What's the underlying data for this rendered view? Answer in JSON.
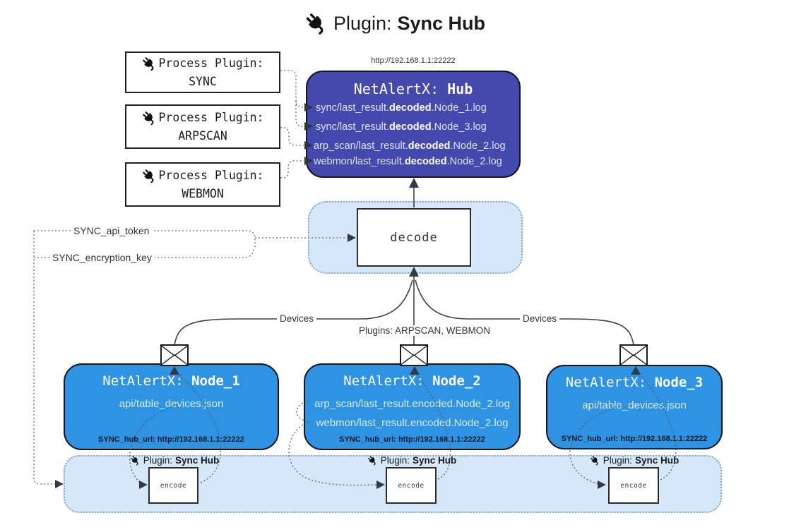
{
  "title": {
    "prefix": "Plugin:",
    "bold": "Sync Hub"
  },
  "process_plugins": {
    "label": "Process Plugin:",
    "items": [
      {
        "name": "SYNC"
      },
      {
        "name": "ARPSCAN"
      },
      {
        "name": "WEBMON"
      }
    ]
  },
  "hub": {
    "url": "http://192.168.1.1:22222",
    "title_prefix": "NetAlertX:",
    "title_bold": "Hub",
    "logs": [
      {
        "pre": "sync/last_result.",
        "bold": "decoded",
        "post": ".Node_1.log"
      },
      {
        "pre": "sync/last_result.",
        "bold": "decoded",
        "post": ".Node_3.log"
      },
      {
        "pre": "arp_scan/last_result.",
        "bold": "decoded",
        "post": ".Node_2.log"
      },
      {
        "pre": "webmon/last_result.",
        "bold": "decoded",
        "post": ".Node_2.log"
      }
    ]
  },
  "decode_label": "decode",
  "config": {
    "api_token": "SYNC_api_token",
    "encryption_key": "SYNC_encryption_key"
  },
  "edge_labels": {
    "devices_left": "Devices",
    "devices_right": "Devices",
    "plugins_middle": "Plugins: ARPSCAN, WEBMON"
  },
  "nodes": [
    {
      "title_prefix": "NetAlertX:",
      "title_bold": "Node_1",
      "files": [
        "api/table_devices.json"
      ],
      "hub_url": "SYNC_hub_url: http://192.168.1.1:22222"
    },
    {
      "title_prefix": "NetAlertX:",
      "title_bold": "Node_2",
      "files": [
        "arp_scan/last_result.encoded.Node_2.log",
        "webmon/last_result.encoded.Node_2.log"
      ],
      "hub_url": "SYNC_hub_url: http://192.168.1.1:22222"
    },
    {
      "title_prefix": "NetAlertX:",
      "title_bold": "Node_3",
      "files": [
        "api/table_devices.json"
      ],
      "hub_url": "SYNC_hub_url: http://192.168.1.1:22222"
    }
  ],
  "sync_plugin": {
    "label_prefix": "Plugin:",
    "label_bold": "Sync Hub",
    "encode_label": "encode"
  },
  "colors": {
    "hub_fill": "#4449ad",
    "node_fill": "#2e93e3",
    "panel_fill": "#d5e8fa",
    "line_dark": "#3d434d"
  }
}
